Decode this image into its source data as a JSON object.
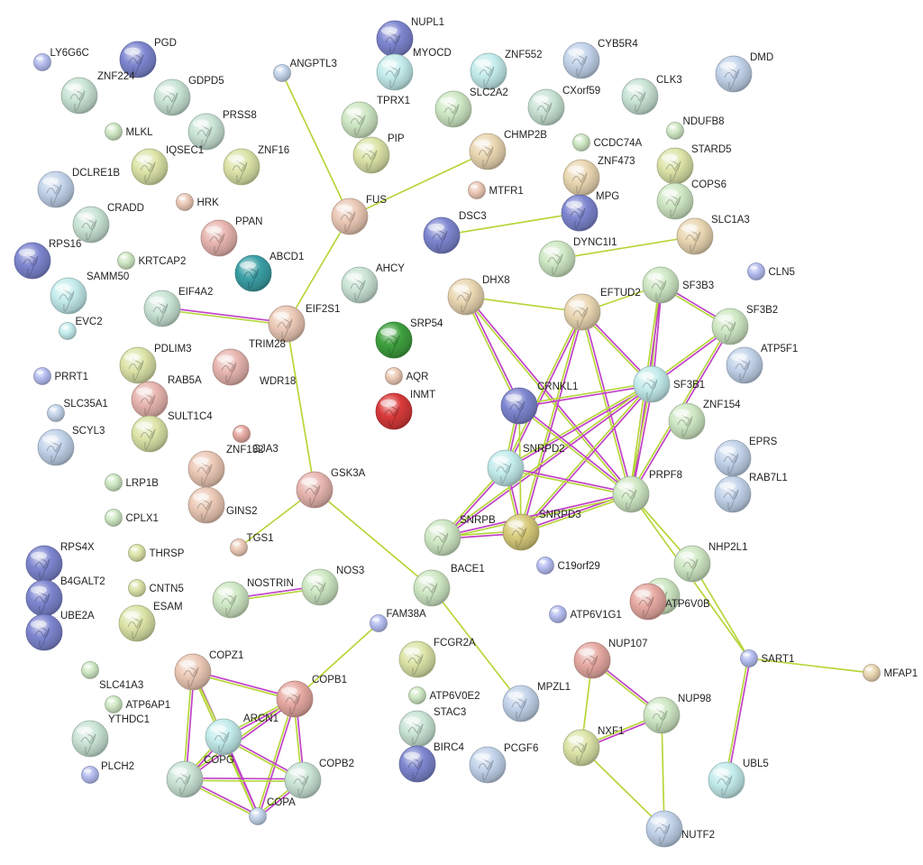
{
  "colors": {
    "ly": "#b5bdf0",
    "gr": "#cfe8c4",
    "gt": "#c9e4d5",
    "tl": "#c4ecec",
    "bl": "#c2d3ea",
    "vi": "#b0ace2",
    "yg": "#dce4a8",
    "pe": "#ecc9b6",
    "sa": "#e8b6b0",
    "dt": "#3ba0a6",
    "dg": "#3fa13f",
    "rd": "#d93a3a",
    "tn": "#ead7b2",
    "ol": "#d7cb7a",
    "bu": "#7e86d0",
    "ro": "#e7a9a2",
    "edge_lime": "#b6d63a",
    "edge_magenta": "#c040c8",
    "edge_pink": "#e58ee0"
  },
  "nodes": [
    {
      "id": "LY6G6C",
      "label": "LY6G6C",
      "color": "ly",
      "size": "s"
    },
    {
      "id": "PGD",
      "label": "PGD",
      "color": "bu",
      "size": "l"
    },
    {
      "id": "ZNF224",
      "label": "ZNF224",
      "color": "gt",
      "size": "l"
    },
    {
      "id": "GDPD5",
      "label": "GDPD5",
      "color": "gt",
      "size": "l"
    },
    {
      "id": "MLKL",
      "label": "MLKL",
      "color": "gr",
      "size": "s"
    },
    {
      "id": "PRSS8",
      "label": "PRSS8",
      "color": "gt",
      "size": "l"
    },
    {
      "id": "IQSEC1",
      "label": "IQSEC1",
      "color": "yg",
      "size": "l"
    },
    {
      "id": "ZNF16",
      "label": "ZNF16",
      "color": "yg",
      "size": "l"
    },
    {
      "id": "HRK",
      "label": "HRK",
      "color": "pe",
      "size": "s"
    },
    {
      "id": "DCLRE1B",
      "label": "DCLRE1B",
      "color": "bl",
      "size": "l"
    },
    {
      "id": "CRADD",
      "label": "CRADD",
      "color": "gt",
      "size": "l"
    },
    {
      "id": "PPAN",
      "label": "PPAN",
      "color": "sa",
      "size": "l"
    },
    {
      "id": "KRTCAP2",
      "label": "KRTCAP2",
      "color": "gr",
      "size": "s"
    },
    {
      "id": "RPS16",
      "label": "RPS16",
      "color": "bu",
      "size": "l"
    },
    {
      "id": "SAMM50",
      "label": "SAMM50",
      "color": "tl",
      "size": "l"
    },
    {
      "id": "ABCD1",
      "label": "ABCD1",
      "color": "dt",
      "size": "l"
    },
    {
      "id": "EVC2",
      "label": "EVC2",
      "color": "tl",
      "size": "s"
    },
    {
      "id": "EIF4A2",
      "label": "EIF4A2",
      "color": "gt",
      "size": "l"
    },
    {
      "id": "ANGPTL3",
      "label": "ANGPTL3",
      "color": "bl",
      "size": "s"
    },
    {
      "id": "NUPL1",
      "label": "NUPL1",
      "color": "bu",
      "size": "l"
    },
    {
      "id": "MYOCD",
      "label": "MYOCD",
      "color": "tl",
      "size": "l"
    },
    {
      "id": "TPRX1",
      "label": "TPRX1",
      "color": "gr",
      "size": "l"
    },
    {
      "id": "ZNF552",
      "label": "ZNF552",
      "color": "tl",
      "size": "l"
    },
    {
      "id": "SLC2A2",
      "label": "SLC2A2",
      "color": "gr",
      "size": "l"
    },
    {
      "id": "CYB5R4",
      "label": "CYB5R4",
      "color": "bl",
      "size": "l"
    },
    {
      "id": "CXorf59",
      "label": "CXorf59",
      "color": "gt",
      "size": "l"
    },
    {
      "id": "CLK3",
      "label": "CLK3",
      "color": "gt",
      "size": "l"
    },
    {
      "id": "DMD",
      "label": "DMD",
      "color": "bl",
      "size": "l"
    },
    {
      "id": "PIP",
      "label": "PIP",
      "color": "yg",
      "size": "l"
    },
    {
      "id": "CHMP2B",
      "label": "CHMP2B",
      "color": "tn",
      "size": "l"
    },
    {
      "id": "CCDC74A",
      "label": "CCDC74A",
      "color": "gr",
      "size": "s"
    },
    {
      "id": "NDUFB8",
      "label": "NDUFB8",
      "color": "gr",
      "size": "s"
    },
    {
      "id": "STARD5",
      "label": "STARD5",
      "color": "yg",
      "size": "l"
    },
    {
      "id": "ZNF473",
      "label": "ZNF473",
      "color": "tn",
      "size": "l"
    },
    {
      "id": "MTFR1",
      "label": "MTFR1",
      "color": "pe",
      "size": "s"
    },
    {
      "id": "MPG",
      "label": "MPG",
      "color": "bu",
      "size": "l"
    },
    {
      "id": "COPS6",
      "label": "COPS6",
      "color": "gr",
      "size": "l"
    },
    {
      "id": "FUS",
      "label": "FUS",
      "color": "pe",
      "size": "l"
    },
    {
      "id": "DSC3",
      "label": "DSC3",
      "color": "bu",
      "size": "l"
    },
    {
      "id": "SLC1A3",
      "label": "SLC1A3",
      "color": "tn",
      "size": "l"
    },
    {
      "id": "DYNC1I1",
      "label": "DYNC1I1",
      "color": "gr",
      "size": "l"
    },
    {
      "id": "CLN5",
      "label": "CLN5",
      "color": "ly",
      "size": "s"
    },
    {
      "id": "AHCY",
      "label": "AHCY",
      "color": "gt",
      "size": "l"
    },
    {
      "id": "DHX8",
      "label": "DHX8",
      "color": "tn",
      "size": "l"
    },
    {
      "id": "EFTUD2",
      "label": "EFTUD2",
      "color": "tn",
      "size": "l"
    },
    {
      "id": "SF3B3",
      "label": "SF3B3",
      "color": "gr",
      "size": "l"
    },
    {
      "id": "SF3B2",
      "label": "SF3B2",
      "color": "gr",
      "size": "l"
    },
    {
      "id": "EIF2S1",
      "label": "EIF2S1",
      "color": "pe",
      "size": "l"
    },
    {
      "id": "TRIM28",
      "label": "TRIM28",
      "color": "pe",
      "size": "l"
    },
    {
      "id": "SRP54",
      "label": "SRP54",
      "color": "dg",
      "size": "l"
    },
    {
      "id": "ATP5F1",
      "label": "ATP5F1",
      "color": "bl",
      "size": "l"
    },
    {
      "id": "PRRT1",
      "label": "PRRT1",
      "color": "ly",
      "size": "s"
    },
    {
      "id": "PDLIM3",
      "label": "PDLIM3",
      "color": "yg",
      "size": "l"
    },
    {
      "id": "RAB5A",
      "label": "RAB5A",
      "color": "sa",
      "size": "l"
    },
    {
      "id": "WDR18",
      "label": "WDR18",
      "color": "sa",
      "size": "l"
    },
    {
      "id": "AQR",
      "label": "AQR",
      "color": "pe",
      "size": "s"
    },
    {
      "id": "SF3B1",
      "label": "SF3B1",
      "color": "tl",
      "size": "l"
    },
    {
      "id": "CRNKL1",
      "label": "CRNKL1",
      "color": "bu",
      "size": "l"
    },
    {
      "id": "INMT",
      "label": "INMT",
      "color": "rd",
      "size": "l"
    },
    {
      "id": "ZNF154",
      "label": "ZNF154",
      "color": "gr",
      "size": "l"
    },
    {
      "id": "SLC35A1",
      "label": "SLC35A1",
      "color": "bl",
      "size": "s"
    },
    {
      "id": "SULT1C4",
      "label": "SULT1C4",
      "color": "yg",
      "size": "l"
    },
    {
      "id": "GJA3",
      "label": "GJA3",
      "color": "ro",
      "size": "s"
    },
    {
      "id": "SCYL3",
      "label": "SCYL3",
      "color": "bl",
      "size": "l"
    },
    {
      "id": "ZNF132",
      "label": "ZNF132",
      "color": "pe",
      "size": "l"
    },
    {
      "id": "EPRS",
      "label": "EPRS",
      "color": "bl",
      "size": "l"
    },
    {
      "id": "RAB7L1",
      "label": "RAB7L1",
      "color": "bl",
      "size": "l"
    },
    {
      "id": "SNRPD2",
      "label": "SNRPD2",
      "color": "tl",
      "size": "l"
    },
    {
      "id": "GSK3A",
      "label": "GSK3A",
      "color": "sa",
      "size": "l"
    },
    {
      "id": "LRP1B",
      "label": "LRP1B",
      "color": "gr",
      "size": "s"
    },
    {
      "id": "GINS2",
      "label": "GINS2",
      "color": "pe",
      "size": "l"
    },
    {
      "id": "PRPF8",
      "label": "PRPF8",
      "color": "gr",
      "size": "l"
    },
    {
      "id": "CPLX1",
      "label": "CPLX1",
      "color": "gr",
      "size": "s"
    },
    {
      "id": "SNRPD3",
      "label": "SNRPD3",
      "color": "ol",
      "size": "l"
    },
    {
      "id": "SNRPB",
      "label": "SNRPB",
      "color": "gr",
      "size": "l"
    },
    {
      "id": "TGS1",
      "label": "TGS1",
      "color": "pe",
      "size": "s"
    },
    {
      "id": "THRSP",
      "label": "THRSP",
      "color": "yg",
      "size": "s"
    },
    {
      "id": "C19orf29",
      "label": "C19orf29",
      "color": "ly",
      "size": "s"
    },
    {
      "id": "RPS4X",
      "label": "RPS4X",
      "color": "bu",
      "size": "l"
    },
    {
      "id": "NOS3",
      "label": "NOS3",
      "color": "gr",
      "size": "l"
    },
    {
      "id": "NHP2L1",
      "label": "NHP2L1",
      "color": "gr",
      "size": "l"
    },
    {
      "id": "B4GALT2",
      "label": "B4GALT2",
      "color": "bu",
      "size": "l"
    },
    {
      "id": "CNTN5",
      "label": "CNTN5",
      "color": "yg",
      "size": "s"
    },
    {
      "id": "NOSTRIN",
      "label": "NOSTRIN",
      "color": "gr",
      "size": "l"
    },
    {
      "id": "BACE1",
      "label": "BACE1",
      "color": "gr",
      "size": "l"
    },
    {
      "id": "ATP6V0B",
      "label": "ATP6V0B",
      "color": "gr",
      "size": "l"
    },
    {
      "id": "UBE2A",
      "label": "UBE2A",
      "color": "bu",
      "size": "l"
    },
    {
      "id": "ESAM",
      "label": "ESAM",
      "color": "yg",
      "size": "l"
    },
    {
      "id": "FAM38A",
      "label": "FAM38A",
      "color": "ly",
      "size": "s"
    },
    {
      "id": "ATP6V1G1",
      "label": "ATP6V1G1",
      "color": "ly",
      "size": "s"
    },
    {
      "id": "ATP6V1G1b",
      "label": "",
      "color": "ro",
      "size": "l"
    },
    {
      "id": "SLC41A3",
      "label": "SLC41A3",
      "color": "gr",
      "size": "s"
    },
    {
      "id": "COPZ1",
      "label": "COPZ1",
      "color": "pe",
      "size": "l"
    },
    {
      "id": "FCGR2A",
      "label": "FCGR2A",
      "color": "yg",
      "size": "l"
    },
    {
      "id": "NUP107",
      "label": "NUP107",
      "color": "ro",
      "size": "l"
    },
    {
      "id": "SART1",
      "label": "SART1",
      "color": "ly",
      "size": "s"
    },
    {
      "id": "MFAP1",
      "label": "MFAP1",
      "color": "tn",
      "size": "s"
    },
    {
      "id": "ATP6AP1",
      "label": "ATP6AP1",
      "color": "gr",
      "size": "s"
    },
    {
      "id": "COPB1",
      "label": "COPB1",
      "color": "ro",
      "size": "l"
    },
    {
      "id": "ATP6V0E2",
      "label": "ATP6V0E2",
      "color": "gr",
      "size": "s"
    },
    {
      "id": "MPZL1",
      "label": "MPZL1",
      "color": "bl",
      "size": "l"
    },
    {
      "id": "NUP98",
      "label": "NUP98",
      "color": "gr",
      "size": "l"
    },
    {
      "id": "ARCN1",
      "label": "ARCN1",
      "color": "tl",
      "size": "l"
    },
    {
      "id": "YTHDC1",
      "label": "YTHDC1",
      "color": "gt",
      "size": "l"
    },
    {
      "id": "STAC3",
      "label": "STAC3",
      "color": "gt",
      "size": "l"
    },
    {
      "id": "NXF1",
      "label": "NXF1",
      "color": "yg",
      "size": "l"
    },
    {
      "id": "BIRC4",
      "label": "BIRC4",
      "color": "bu",
      "size": "l"
    },
    {
      "id": "PCGF6",
      "label": "PCGF6",
      "color": "bl",
      "size": "l"
    },
    {
      "id": "UBL5",
      "label": "UBL5",
      "color": "tl",
      "size": "l"
    },
    {
      "id": "COPB2",
      "label": "COPB2",
      "color": "gt",
      "size": "l"
    },
    {
      "id": "PLCH2",
      "label": "PLCH2",
      "color": "ly",
      "size": "s"
    },
    {
      "id": "COPG",
      "label": "COPG",
      "color": "gt",
      "size": "l"
    },
    {
      "id": "COPA",
      "label": "COPA",
      "color": "bl",
      "size": "s"
    },
    {
      "id": "NUTF2",
      "label": "NUTF2",
      "color": "bl",
      "size": "l"
    }
  ],
  "edges": [
    [
      "ANGPTL3",
      "FUS",
      "lime"
    ],
    [
      "FUS",
      "CHMP2B",
      "lime"
    ],
    [
      "FUS",
      "EIF2S1",
      "lime"
    ],
    [
      "EIF4A2",
      "EIF2S1",
      "magenta"
    ],
    [
      "TRIM28",
      "GSK3A",
      "lime"
    ],
    [
      "GSK3A",
      "TGS1",
      "lime"
    ],
    [
      "GSK3A",
      "BACE1",
      "lime"
    ],
    [
      "BACE1",
      "MPZL1",
      "lime"
    ],
    [
      "DSC3",
      "MPG",
      "lime"
    ],
    [
      "DYNC1I1",
      "SLC1A3",
      "lime"
    ],
    [
      "NOSTRIN",
      "NOS3",
      "magenta"
    ],
    [
      "FAM38A",
      "COPB1",
      "lime"
    ],
    [
      "DHX8",
      "CRNKL1",
      "magenta"
    ],
    [
      "DHX8",
      "PRPF8",
      "magenta"
    ],
    [
      "DHX8",
      "EFTUD2",
      "lime"
    ],
    [
      "EFTUD2",
      "SF3B3",
      "lime"
    ],
    [
      "EFTUD2",
      "SF3B1",
      "magenta"
    ],
    [
      "EFTUD2",
      "PRPF8",
      "magenta"
    ],
    [
      "EFTUD2",
      "SNRPD2",
      "magenta"
    ],
    [
      "EFTUD2",
      "SNRPD3",
      "magenta"
    ],
    [
      "SF3B3",
      "SF3B2",
      "magenta"
    ],
    [
      "SF3B3",
      "SF3B1",
      "magenta"
    ],
    [
      "SF3B3",
      "PRPF8",
      "magenta"
    ],
    [
      "SF3B2",
      "SF3B1",
      "magenta"
    ],
    [
      "SF3B2",
      "PRPF8",
      "magenta"
    ],
    [
      "SF3B1",
      "PRPF8",
      "magenta"
    ],
    [
      "SF3B1",
      "CRNKL1",
      "magenta"
    ],
    [
      "SF3B1",
      "SNRPD2",
      "magenta"
    ],
    [
      "SF3B1",
      "SNRPD3",
      "magenta"
    ],
    [
      "SF3B1",
      "SNRPB",
      "magenta"
    ],
    [
      "CRNKL1",
      "PRPF8",
      "magenta"
    ],
    [
      "CRNKL1",
      "SNRPD2",
      "magenta"
    ],
    [
      "CRNKL1",
      "SNRPD3",
      "lime"
    ],
    [
      "SNRPD2",
      "PRPF8",
      "magenta"
    ],
    [
      "SNRPD2",
      "SNRPD3",
      "magenta"
    ],
    [
      "SNRPD2",
      "SNRPB",
      "magenta"
    ],
    [
      "SNRPD3",
      "PRPF8",
      "magenta"
    ],
    [
      "SNRPD3",
      "SNRPB",
      "magenta"
    ],
    [
      "SNRPB",
      "PRPF8",
      "magenta"
    ],
    [
      "PRPF8",
      "NHP2L1",
      "lime"
    ],
    [
      "PRPF8",
      "SART1",
      "lime"
    ],
    [
      "NHP2L1",
      "SART1",
      "lime"
    ],
    [
      "SART1",
      "MFAP1",
      "lime"
    ],
    [
      "SART1",
      "UBL5",
      "magenta"
    ],
    [
      "NUP107",
      "NUP98",
      "magenta"
    ],
    [
      "NUP107",
      "NXF1",
      "lime"
    ],
    [
      "NUP98",
      "NXF1",
      "magenta"
    ],
    [
      "NUP98",
      "NUTF2",
      "lime"
    ],
    [
      "NXF1",
      "NUTF2",
      "lime"
    ],
    [
      "COPZ1",
      "COPB1",
      "magenta"
    ],
    [
      "COPZ1",
      "COPG",
      "magenta"
    ],
    [
      "COPZ1",
      "COPA",
      "magenta"
    ],
    [
      "COPZ1",
      "ARCN1",
      "lime"
    ],
    [
      "COPB1",
      "ARCN1",
      "magenta"
    ],
    [
      "COPB1",
      "COPB2",
      "magenta"
    ],
    [
      "COPB1",
      "COPG",
      "magenta"
    ],
    [
      "COPB1",
      "COPA",
      "magenta"
    ],
    [
      "ARCN1",
      "COPG",
      "magenta"
    ],
    [
      "ARCN1",
      "COPB2",
      "magenta"
    ],
    [
      "ARCN1",
      "COPA",
      "magenta"
    ],
    [
      "COPG",
      "COPB2",
      "magenta"
    ],
    [
      "COPG",
      "COPA",
      "magenta"
    ],
    [
      "COPB2",
      "COPA",
      "magenta"
    ]
  ]
}
